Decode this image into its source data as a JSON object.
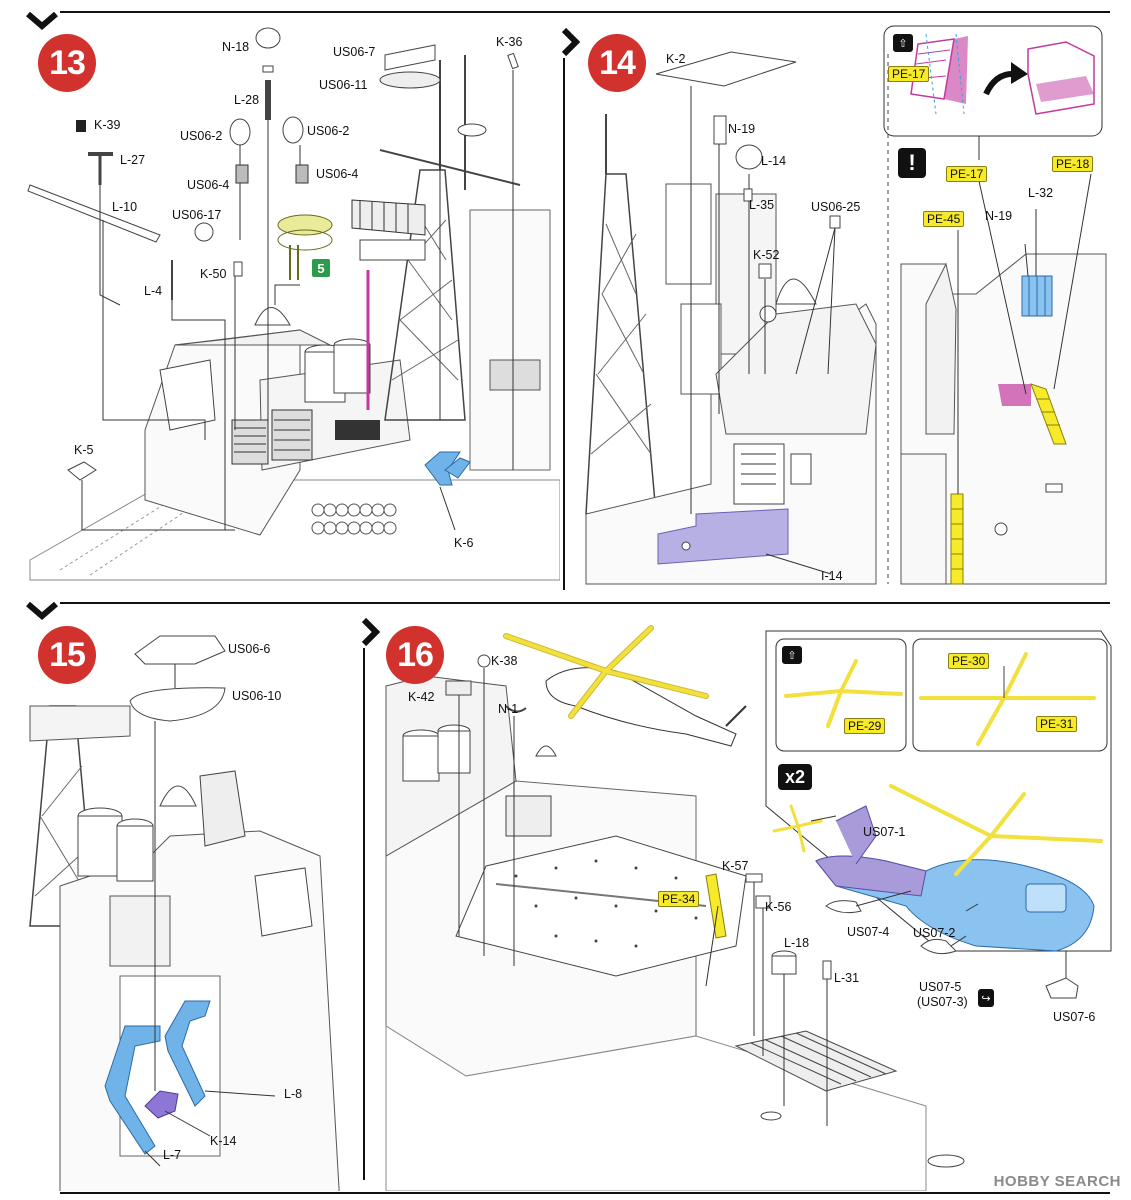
{
  "steps": {
    "s13": {
      "number": "13",
      "labels": {
        "n18": "N-18",
        "l28": "L-28",
        "us06_7": "US06-7",
        "us06_11": "US06-11",
        "k36": "K-36",
        "k39": "K-39",
        "l27": "L-27",
        "l10": "L-10",
        "us06_2a": "US06-2",
        "us06_2b": "US06-2",
        "us06_4a": "US06-4",
        "us06_4b": "US06-4",
        "us06_17": "US06-17",
        "k50": "K-50",
        "l4": "L-4",
        "k5": "K-5",
        "k6": "K-6"
      },
      "subassembly_ref": "5"
    },
    "s14": {
      "number": "14",
      "labels": {
        "k2": "K-2",
        "n19a": "N-19",
        "l14": "L-14",
        "l35": "L-35",
        "us06_25": "US06-25",
        "k52": "K-52",
        "i14": "I-14",
        "l32": "L-32",
        "n19b": "N-19"
      },
      "tags": {
        "pe17a": "PE-17",
        "pe17b": "PE-17",
        "pe18": "PE-18",
        "pe45": "PE-45"
      },
      "warning": "!"
    },
    "s15": {
      "number": "15",
      "labels": {
        "us06_6": "US06-6",
        "us06_10": "US06-10",
        "l8": "L-8",
        "k14": "K-14",
        "l7": "L-7"
      }
    },
    "s16": {
      "number": "16",
      "labels": {
        "k38": "K-38",
        "k42": "K-42",
        "n1": "N-1",
        "k57": "K-57",
        "k56": "K-56",
        "l18": "L-18",
        "l31": "L-31",
        "us07_1": "US07-1",
        "us07_4": "US07-4",
        "us07_2": "US07-2",
        "us07_5": "US07-5",
        "us07_3": "(US07-3)",
        "us07_6": "US07-6"
      },
      "tags": {
        "pe34": "PE-34",
        "pe29": "PE-29",
        "pe30": "PE-30",
        "pe31": "PE-31"
      },
      "multiplier": "x2"
    }
  },
  "watermark": "HOBBY SEARCH",
  "colors": {
    "step_badge": "#d2322d",
    "pe_tag": "#f6ea2a",
    "blue_part": "#6fb3e8",
    "purple_part": "#a99ad9",
    "pink_part": "#c23aa0",
    "rotor_yellow": "#f2e03c"
  }
}
